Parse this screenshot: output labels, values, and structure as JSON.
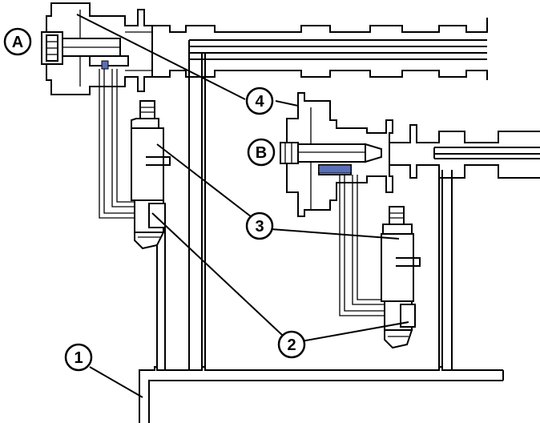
{
  "diagram": {
    "callouts": [
      {
        "id": "A",
        "label": "A"
      },
      {
        "id": "B",
        "label": "B"
      },
      {
        "id": "1",
        "label": "1"
      },
      {
        "id": "2",
        "label": "2"
      },
      {
        "id": "3",
        "label": "3"
      },
      {
        "id": "4",
        "label": "4"
      }
    ],
    "colors": {
      "line": "#000000",
      "background": "#ffffff",
      "highlight": "#5a6fb8"
    }
  }
}
